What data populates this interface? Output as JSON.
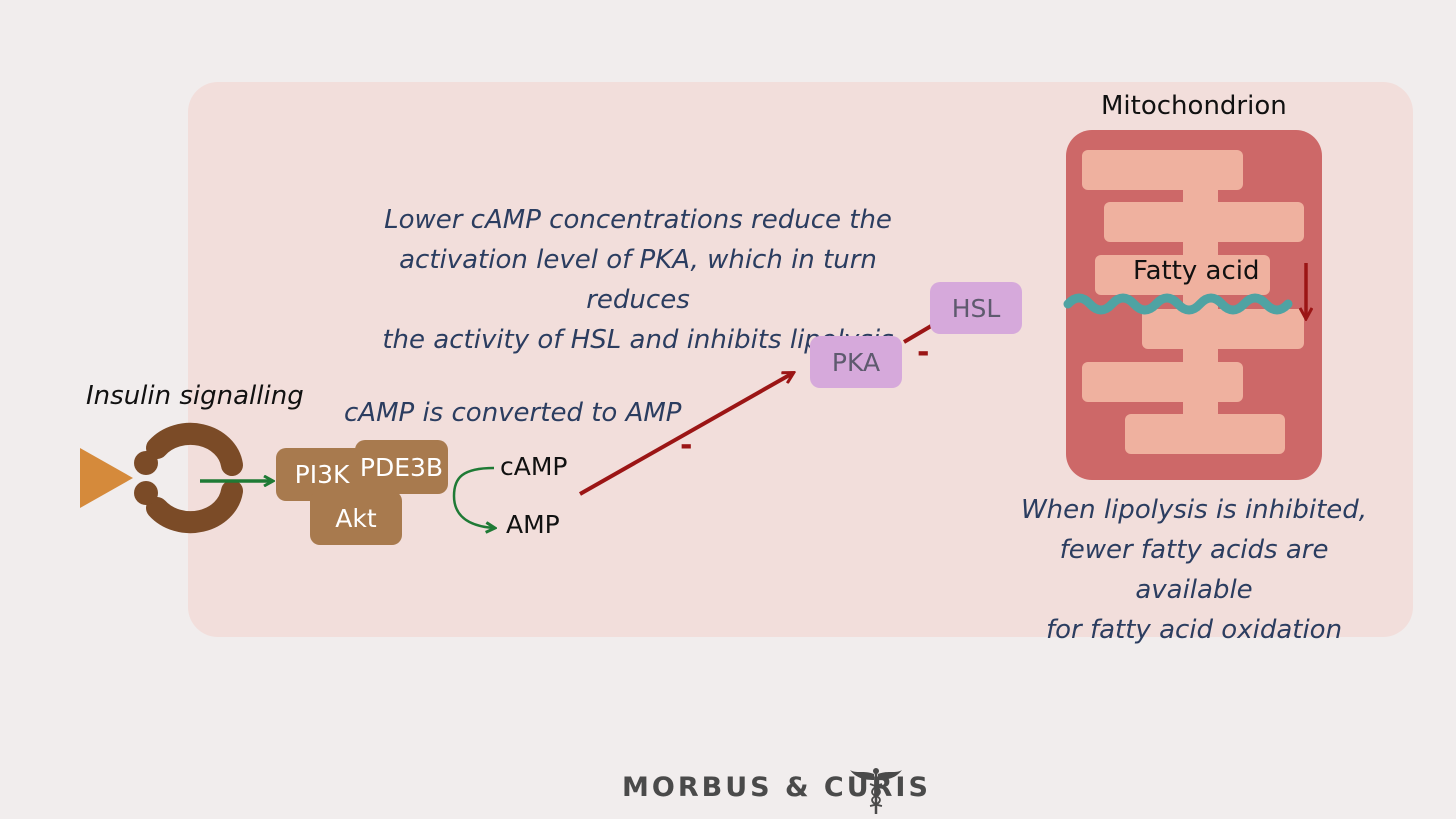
{
  "diagram": {
    "labels": {
      "insulin_signalling": "Insulin signalling",
      "camp_note": "cAMP is converted to AMP",
      "pka_note_lines": [
        "Lower cAMP concentrations reduce the",
        "activation level of PKA, which in turn reduces",
        "the activity of HSL and inhibits lipolysis"
      ],
      "mito_title": "Mitochondrion",
      "fatty_acid": "Fatty acid",
      "oxidation_note_lines": [
        "When lipolysis is inhibited,",
        "fewer fatty acids are available",
        "for fatty acid oxidation"
      ],
      "camp": "cAMP",
      "amp": "AMP",
      "inhibit_sign": "-"
    },
    "nodes": {
      "pi3k": "PI3K",
      "pde3b": "PDE3B",
      "akt": "Akt",
      "pka": "PKA",
      "hsl": "HSL"
    },
    "colors": {
      "panel": "#f2dedb",
      "receptor": "#7b4b27",
      "ligand": "#d58a3b",
      "activation_arrow": "#1f7a35",
      "inhibition_arrow": "#9b1515",
      "mitochondrion": "#cd6868",
      "cristae": "#efb19f",
      "fatty_acid": "#4fa3a3"
    }
  },
  "footer": {
    "brand": "MORBUS & CURIS",
    "logo_icon": "caduceus-icon"
  }
}
